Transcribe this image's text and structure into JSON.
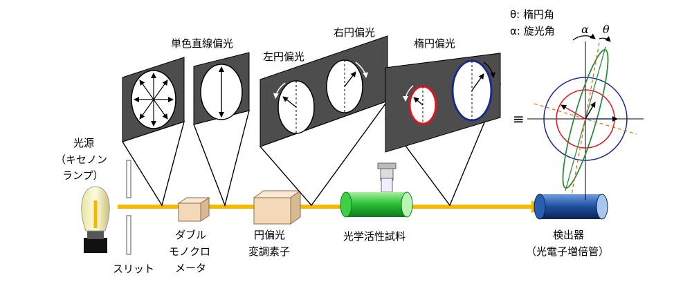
{
  "labels": {
    "light_source": [
      "光源",
      "（キセノン",
      "ランプ）"
    ],
    "slit": "スリット",
    "monochromator": [
      "ダブル",
      "モノクロ",
      "メータ"
    ],
    "modulator": [
      "円偏光",
      "変調素子"
    ],
    "sample": "光学活性試料",
    "detector": [
      "検出器",
      "（光電子増倍管）"
    ],
    "monochromatic_linear": "単色直線偏光",
    "left_circular": "左円偏光",
    "right_circular": "右円偏光",
    "elliptical": "楕円偏光",
    "equiv": "≡",
    "legend_theta": "θ: 楕円角",
    "legend_alpha": "α: 旋光角",
    "sym_alpha": "α",
    "sym_theta": "θ"
  },
  "colors": {
    "beam": "#f5b800",
    "panel": "#4d4d4d",
    "red_circle": "#e0141e",
    "blue_circle": "#1a2a8c",
    "green_ellipse": "#2e8b3c",
    "orange_dash": "#e07020",
    "box_fill": "#f4d9b8",
    "sample_fill": "#2fc23a",
    "detector_fill": "#1d4f9c"
  }
}
